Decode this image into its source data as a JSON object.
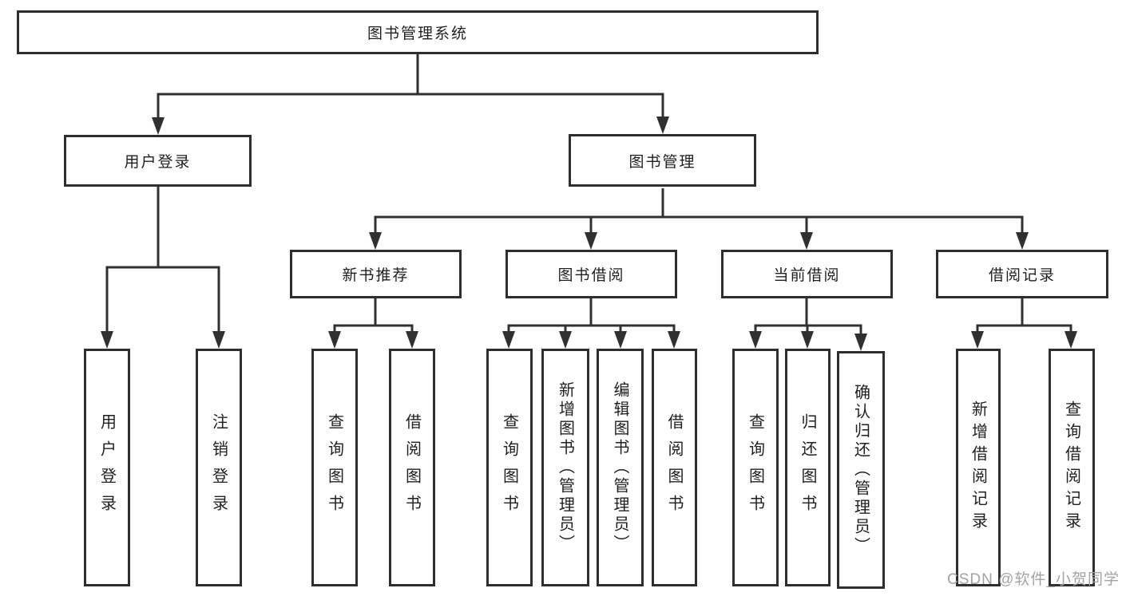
{
  "tree": {
    "root": {
      "label": "图书管理系统"
    },
    "branches": [
      {
        "label": "用户登录",
        "children": [
          {
            "label": "用户登录"
          },
          {
            "label": "注销登录"
          }
        ]
      },
      {
        "label": "图书管理",
        "children": [
          {
            "label": "新书推荐",
            "children": [
              {
                "label": "查询图书"
              },
              {
                "label": "借阅图书"
              }
            ]
          },
          {
            "label": "图书借阅",
            "children": [
              {
                "label": "查询图书"
              },
              {
                "label": "新增图书（管理员）"
              },
              {
                "label": "编辑图书（管理员）"
              },
              {
                "label": "借阅图书"
              }
            ]
          },
          {
            "label": "当前借阅",
            "children": [
              {
                "label": "查询图书"
              },
              {
                "label": "归还图书"
              },
              {
                "label": "确认归还（管理员）"
              }
            ]
          },
          {
            "label": "借阅记录",
            "children": [
              {
                "label": "新增借阅记录"
              },
              {
                "label": "查询借阅记录"
              }
            ]
          }
        ]
      }
    ]
  },
  "watermark": {
    "text": "CSDN @软件_小贺同学"
  },
  "colors": {
    "line": "#303030",
    "box_border": "#2e2e2e",
    "text": "#1f1f1f",
    "watermark": "#a3a3a3",
    "background": "#ffffff"
  }
}
